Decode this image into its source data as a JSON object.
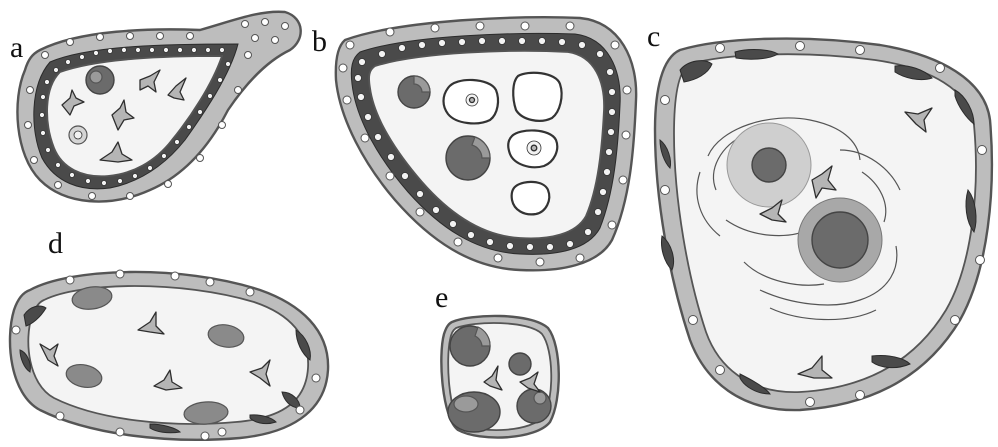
{
  "panels": [
    {
      "id": "a",
      "label": "a"
    },
    {
      "id": "b",
      "label": "b"
    },
    {
      "id": "c",
      "label": "c"
    },
    {
      "id": "d",
      "label": "d"
    },
    {
      "id": "e",
      "label": "e"
    }
  ],
  "colors": {
    "wall": "#bdbdbd",
    "lumen": "#f4f4f4",
    "epithelium": "#4a4a4a",
    "oocyte": "#6b6b6b",
    "outline": "#555555"
  }
}
